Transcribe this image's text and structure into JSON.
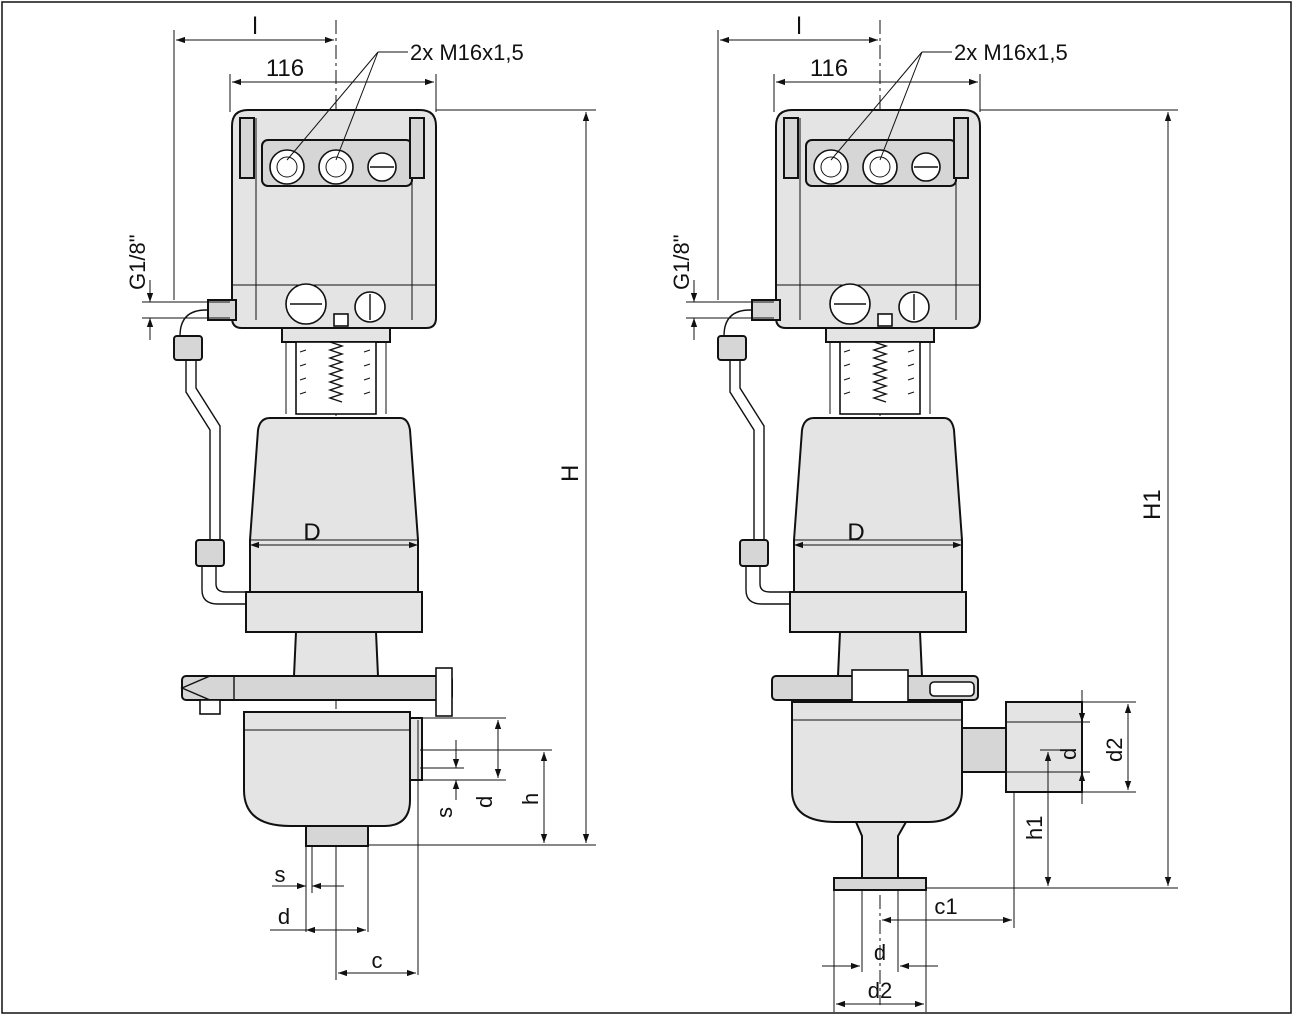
{
  "left_view": {
    "labels": {
      "l": "l",
      "width_116": "116",
      "cable_glands": "2x M16x1,5",
      "air_port": "G1/8\"",
      "D": "D",
      "H": "H",
      "h": "h",
      "d_side": "d",
      "s_side": "s",
      "s_bottom": "s",
      "d_bottom": "d",
      "c": "c"
    }
  },
  "right_view": {
    "labels": {
      "l": "l",
      "width_116": "116",
      "cable_glands": "2x M16x1,5",
      "air_port": "G1/8\"",
      "D": "D",
      "H1": "H1",
      "h1": "h1",
      "d_side": "d",
      "d2_side": "d2",
      "c1": "c1",
      "d_bottom": "d",
      "d2_bottom": "d2"
    }
  }
}
